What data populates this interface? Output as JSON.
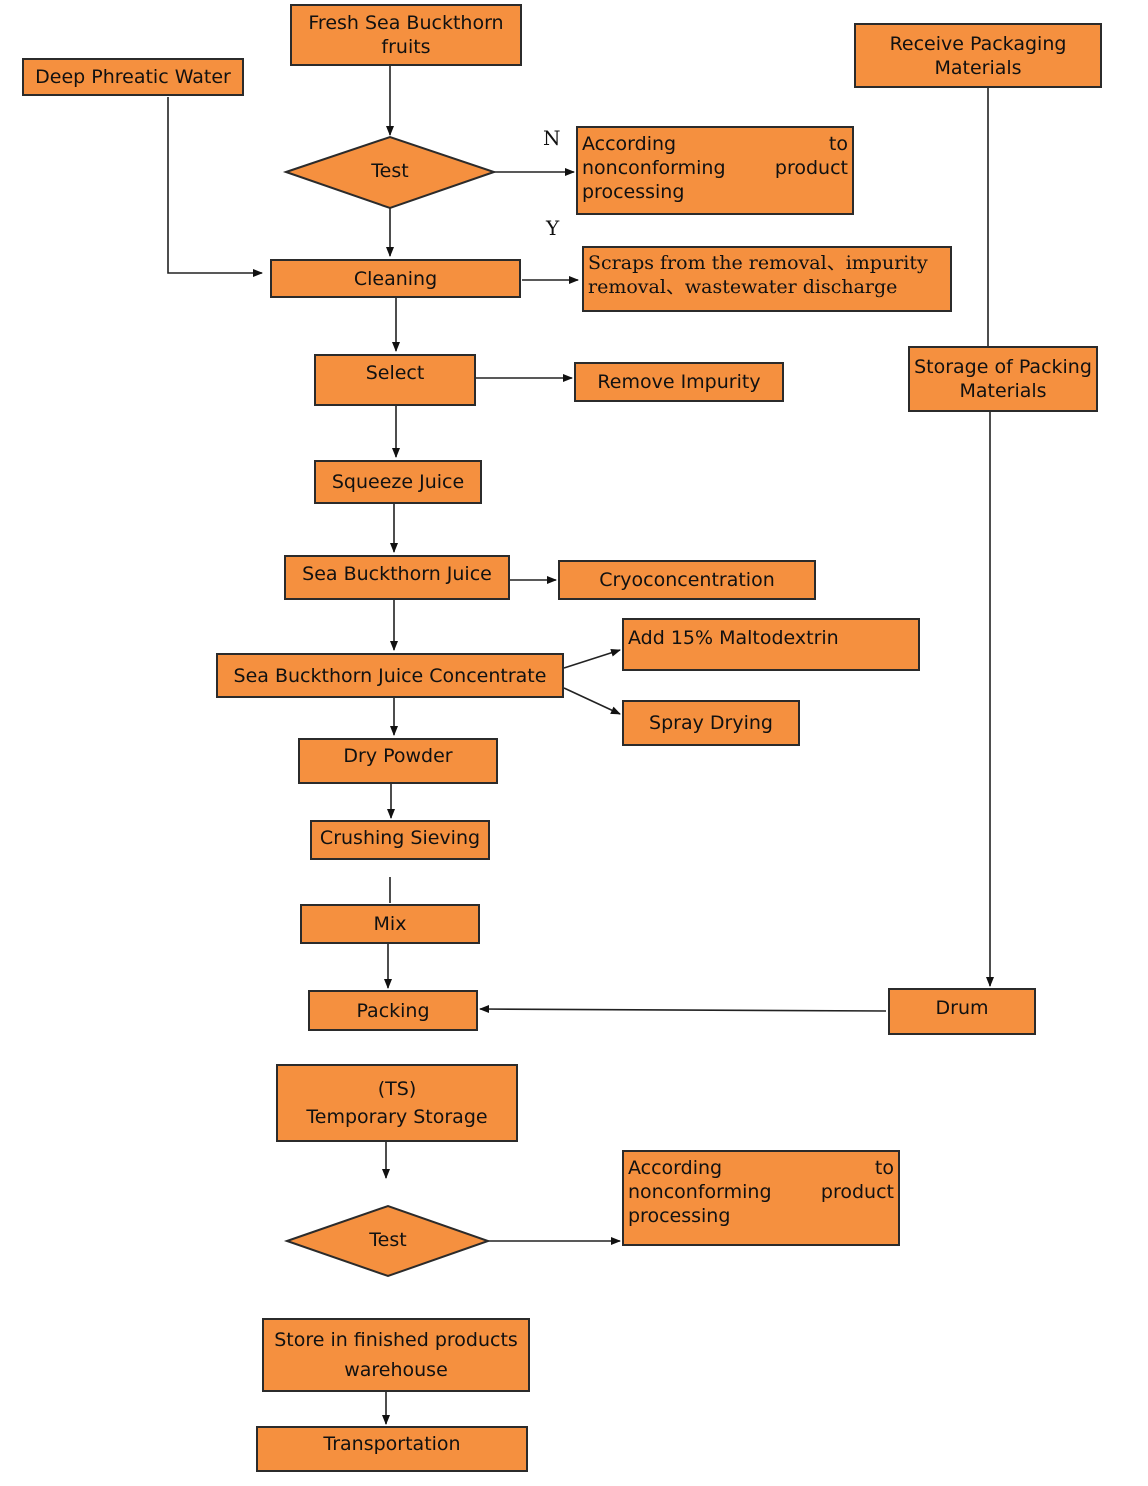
{
  "nodes": {
    "fresh_fruits": "Fresh Sea Buckthorn fruits",
    "deep_water": "Deep Phreatic Water",
    "receive_pack": "Receive Packaging Materials",
    "test1": "Test",
    "nonconf1": "According to nonconforming product processing",
    "cleaning": "Cleaning",
    "scraps": "Scraps from the removal、impurity removal、wastewater discharge",
    "select": "Select",
    "remove_impurity": "Remove Impurity",
    "storage_pack": "Storage of Packing Materials",
    "squeeze": "Squeeze Juice",
    "juice": "Sea Buckthorn Juice",
    "cryo": "Cryoconcentration",
    "concentrate": "Sea Buckthorn Juice Concentrate",
    "maltodextrin": "Add 15% Maltodextrin",
    "spray": "Spray Drying",
    "dry_powder": "Dry Powder",
    "crushing": "Crushing Sieving",
    "mix": "Mix",
    "packing": "Packing",
    "drum": "Drum",
    "ts_abbr": "(TS)",
    "temp_storage": "Temporary Storage",
    "test2": "Test",
    "nonconf2": "According to nonconforming product processing",
    "store_wh": "Store in finished products warehouse",
    "transport": "Transportation"
  },
  "labels": {
    "no": "N",
    "yes": "Y"
  },
  "colors": {
    "fill": "#f5903f",
    "stroke": "#2b2b2b"
  }
}
